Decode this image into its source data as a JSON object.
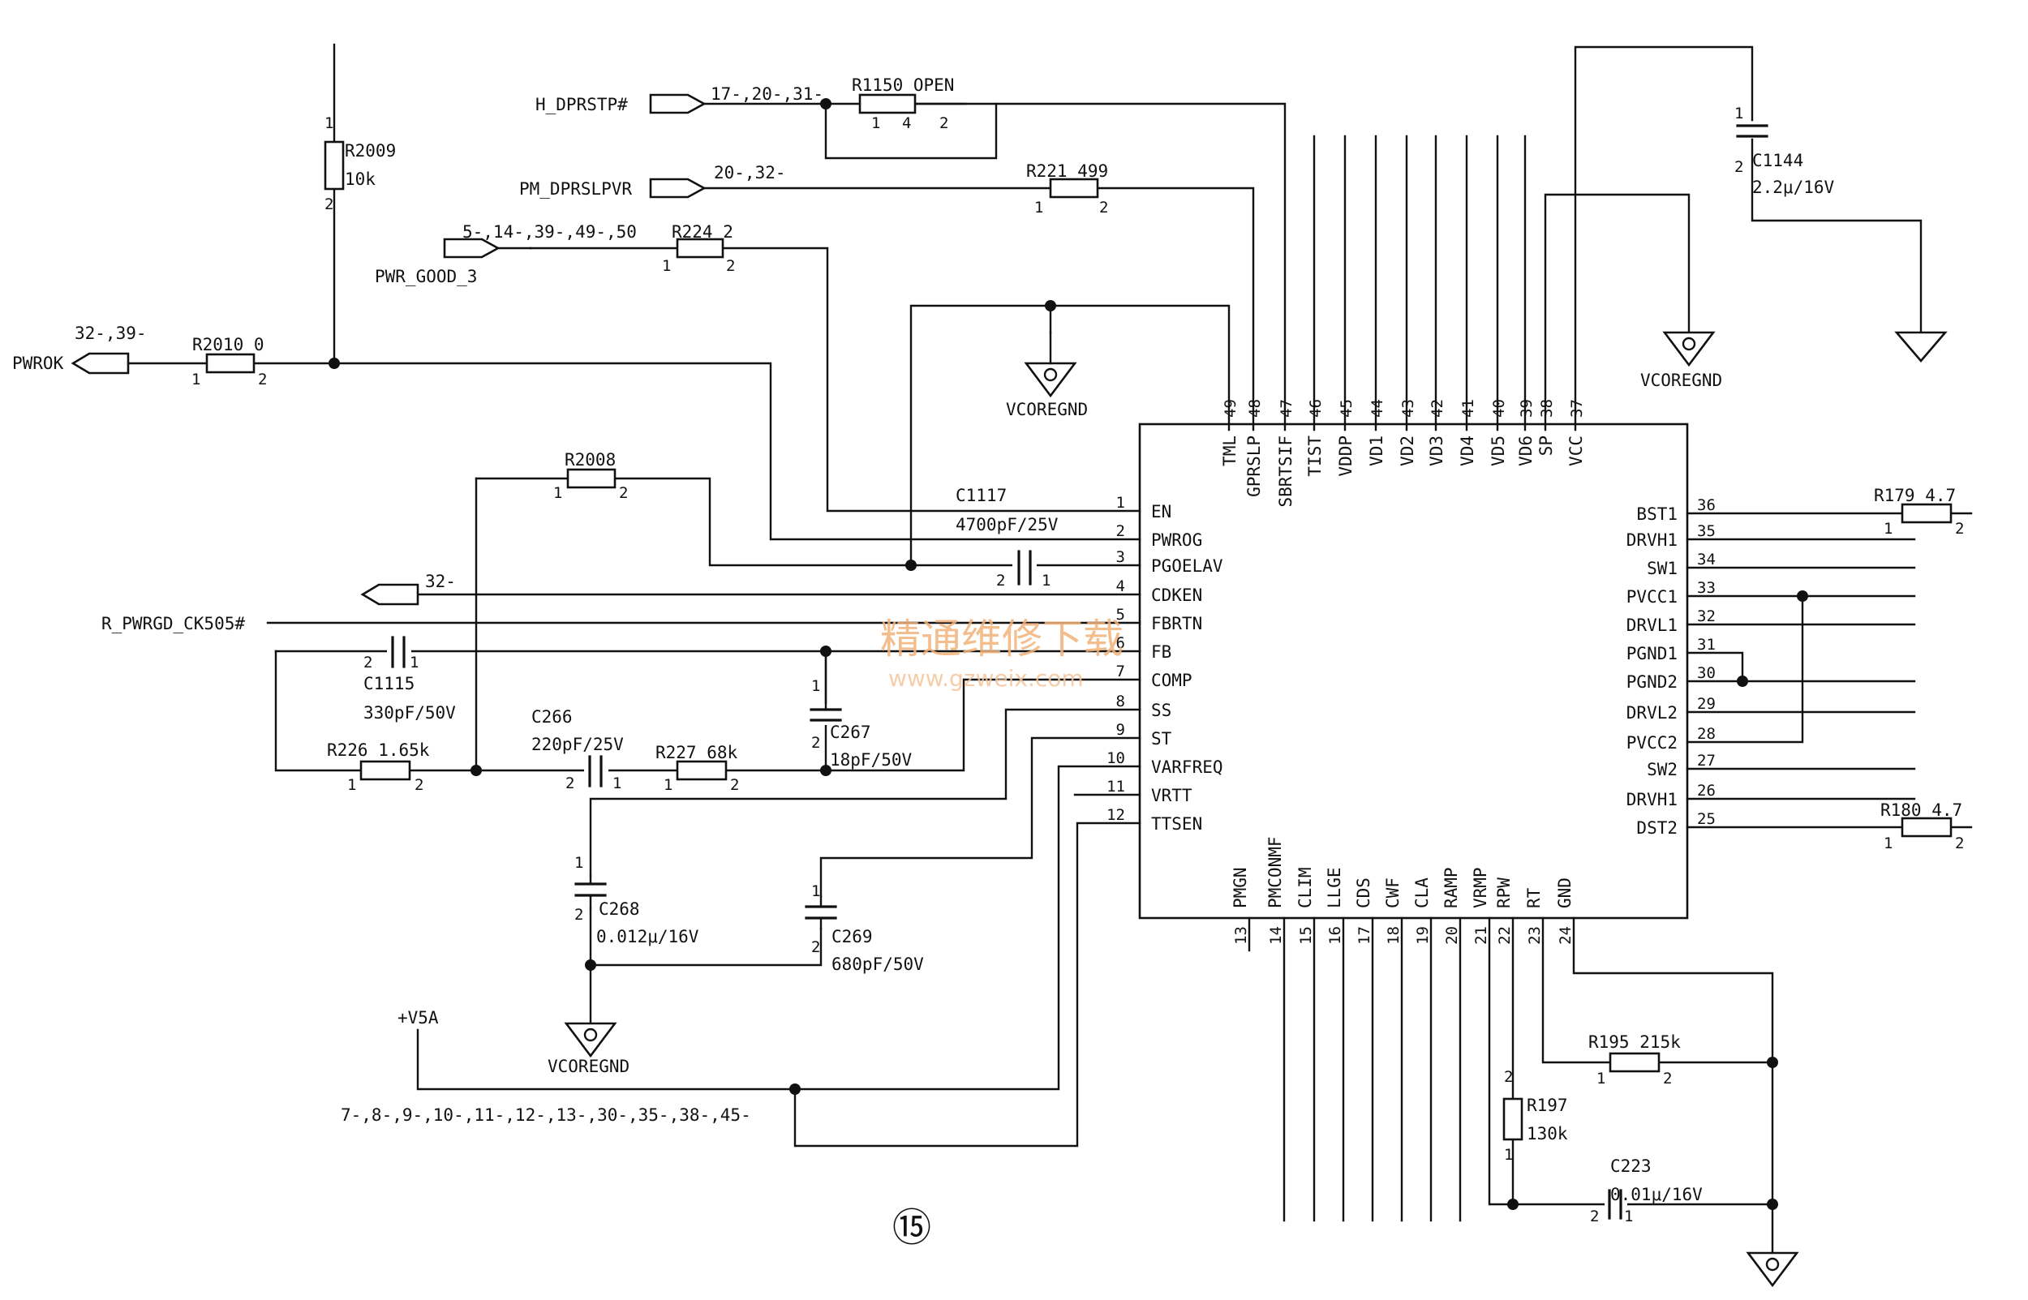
{
  "ic": {
    "pins_left": [
      {
        "num": "1",
        "name": "EN"
      },
      {
        "num": "2",
        "name": "PWROG"
      },
      {
        "num": "3",
        "name": "PGOELAV"
      },
      {
        "num": "4",
        "name": "CDKEN"
      },
      {
        "num": "5",
        "name": "FBRTN"
      },
      {
        "num": "6",
        "name": "FB"
      },
      {
        "num": "7",
        "name": "COMP"
      },
      {
        "num": "8",
        "name": "SS"
      },
      {
        "num": "9",
        "name": "ST"
      },
      {
        "num": "10",
        "name": "VARFREQ"
      },
      {
        "num": "11",
        "name": "VRTT"
      },
      {
        "num": "12",
        "name": "TTSEN"
      }
    ],
    "pins_right": [
      {
        "num": "36",
        "name": "BST1"
      },
      {
        "num": "35",
        "name": "DRVH1"
      },
      {
        "num": "34",
        "name": "SW1"
      },
      {
        "num": "33",
        "name": "PVCC1"
      },
      {
        "num": "32",
        "name": "DRVL1"
      },
      {
        "num": "31",
        "name": "PGND1"
      },
      {
        "num": "30",
        "name": "PGND2"
      },
      {
        "num": "29",
        "name": "DRVL2"
      },
      {
        "num": "28",
        "name": "PVCC2"
      },
      {
        "num": "27",
        "name": "SW2"
      },
      {
        "num": "26",
        "name": "DRVH1"
      },
      {
        "num": "25",
        "name": "DST2"
      }
    ],
    "pins_top": [
      {
        "num": "49",
        "name": "TML"
      },
      {
        "num": "48",
        "name": "GPRSLP"
      },
      {
        "num": "47",
        "name": "SBRTSIF"
      },
      {
        "num": "46",
        "name": "TIST"
      },
      {
        "num": "45",
        "name": "VDDP"
      },
      {
        "num": "44",
        "name": "VD1"
      },
      {
        "num": "43",
        "name": "VD2"
      },
      {
        "num": "42",
        "name": "VD3"
      },
      {
        "num": "41",
        "name": "VD4"
      },
      {
        "num": "40",
        "name": "VD5"
      },
      {
        "num": "39",
        "name": "VD6"
      },
      {
        "num": "38",
        "name": "SP"
      },
      {
        "num": "37",
        "name": "VCC"
      }
    ],
    "pins_bottom": [
      {
        "num": "13",
        "name": "PMGN"
      },
      {
        "num": "14",
        "name": "PMCONMF"
      },
      {
        "num": "15",
        "name": "CLIM"
      },
      {
        "num": "16",
        "name": "LLGE"
      },
      {
        "num": "17",
        "name": "CDS"
      },
      {
        "num": "18",
        "name": "CWF"
      },
      {
        "num": "19",
        "name": "CLA"
      },
      {
        "num": "20",
        "name": "RAMP"
      },
      {
        "num": "21",
        "name": "VRMP"
      },
      {
        "num": "22",
        "name": "RPW"
      },
      {
        "num": "23",
        "name": "RT"
      },
      {
        "num": "24",
        "name": "GND"
      }
    ]
  },
  "nets": {
    "h_dprstp": "H_DPRSTP#",
    "h_dprstp_refs": "17-,20-,31-",
    "pm_dprslpvr": "PM_DPRSLPVR",
    "pm_dprslpvr_refs": "20-,32-",
    "pwr_good": "PWR_GOOD_3",
    "pwr_good_refs": "5-,14-,39-,49-,50",
    "pwrok": "PWROK",
    "pwrok_refs": "32-,39-",
    "ck_refs": "32-",
    "r_pwrgd": "R_PWRGD_CK505#",
    "v5a": "+V5A",
    "v5a_refs": "7-,8-,9-,10-,11-,12-,13-,30-,35-,38-,45-",
    "vcoregnd": "VCOREGND"
  },
  "parts": {
    "r1150": "R1150 OPEN",
    "r221": "R221 499",
    "r224": "R224 2",
    "r2009": "R2009",
    "r2009_val": "10k",
    "r2010": "R2010 0",
    "r2008": "R2008",
    "c1117": "C1117",
    "c1117_val": "4700pF/25V",
    "c1115": "C1115",
    "c1115_val": "330pF/50V",
    "c266": "C266",
    "c266_val": "220pF/25V",
    "c267": "C267",
    "c267_val": "18pF/50V",
    "r226": "R226 1.65k",
    "r227": "R227 68k",
    "c268": "C268",
    "c268_val": "0.012μ/16V",
    "c269": "C269",
    "c269_val": "680pF/50V",
    "c1144": "C1144",
    "c1144_val": "2.2μ/16V",
    "r179": "R179 4.7",
    "r180": "R180 4.7",
    "r195": "R195 215k",
    "r197": "R197",
    "r197_val": "130k",
    "c223": "C223",
    "c223_val": "0.01μ/16V"
  },
  "page_number": "⑮",
  "watermark": {
    "cn": "精通维修下载",
    "url": "www.gzweix.com"
  }
}
